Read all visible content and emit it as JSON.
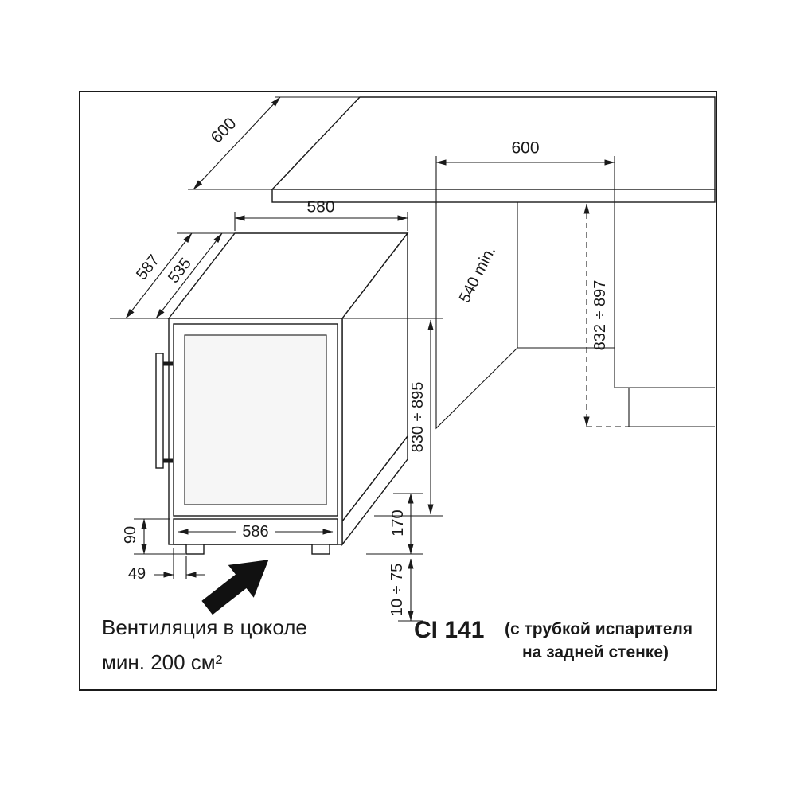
{
  "drawing": {
    "labels": {
      "counter_depth": "600",
      "niche_width": "600",
      "top_width": "580",
      "depth_total": "587",
      "depth_body": "535",
      "niche_depth": "540 min.",
      "niche_height": "832 ÷ 897",
      "unit_height": "830 ÷ 895",
      "plinth_width": "586",
      "plinth_height": "90",
      "foot_setback": "49",
      "rear_zone_height": "170",
      "leveling_range": "10 ÷ 75"
    },
    "ventilation_note": {
      "line1": "Вентиляция в цоколе",
      "line2": "мин. 200 см²"
    },
    "model": {
      "name": "CI 141",
      "suffix_line1": "(с трубкой испарителя",
      "suffix_line2": "на задней стенке)"
    },
    "colors": {
      "line": "#1a1a1a",
      "shade": "#d9d9d9",
      "arrow": "#111111",
      "background": "#ffffff"
    }
  }
}
